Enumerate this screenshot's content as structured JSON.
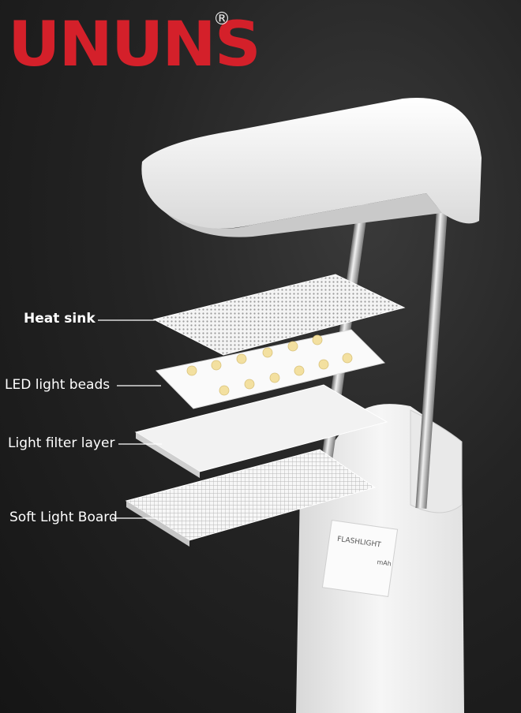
{
  "brand": {
    "name": "UNUNS",
    "registered_mark": "®"
  },
  "labels": {
    "heat_sink": "Heat sink",
    "led_beads": "LED light beads",
    "filter_layer": "Light filter layer",
    "soft_board": "Soft Light Board"
  },
  "device_label": {
    "title": "FLASHLIGHT",
    "capacity_suffix": "mAh"
  },
  "colors": {
    "brand_red": "#d4202a",
    "bead": "#f3e0a0",
    "lamp_white": "#f2f2f2"
  }
}
